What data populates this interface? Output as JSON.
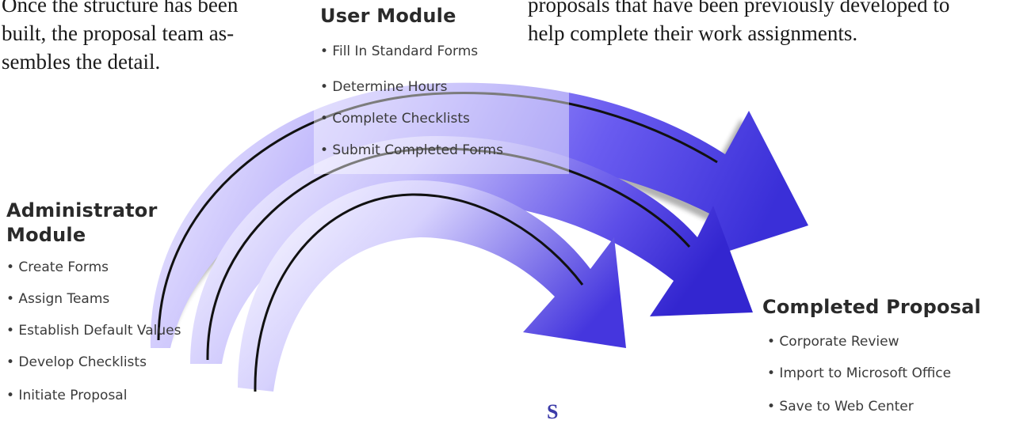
{
  "intro_text": {
    "left_line1": "Once the structure has been",
    "left_line2": "built, the proposal team as-",
    "left_line3": "sembles the detail.",
    "right_line1": "proposals that have been previously developed to",
    "right_line2": "help complete their work assignments."
  },
  "user_module": {
    "title": "User Module",
    "items": [
      "• Fill In Standard Forms",
      "• Determine Hours",
      "• Complete Checklists",
      "• Submit Completed Forms"
    ]
  },
  "admin_module": {
    "title_line1": "Administrator",
    "title_line2": "Module",
    "items": [
      "• Create Forms",
      "• Assign Teams",
      "• Establish Default Values",
      "• Develop Checklists",
      "• Initiate Proposal"
    ]
  },
  "completed_proposal": {
    "title": "Completed Proposal",
    "items": [
      "• Corporate Review",
      "• Import to Microsoft Office",
      "• Save to Web Center"
    ]
  },
  "cut_heading": "S",
  "colors": {
    "arrow_dark": "#3a2fd8",
    "arrow_mid": "#7a6cf2",
    "arrow_light": "#ece9ff",
    "heading_blue": "#3b3aa8"
  }
}
